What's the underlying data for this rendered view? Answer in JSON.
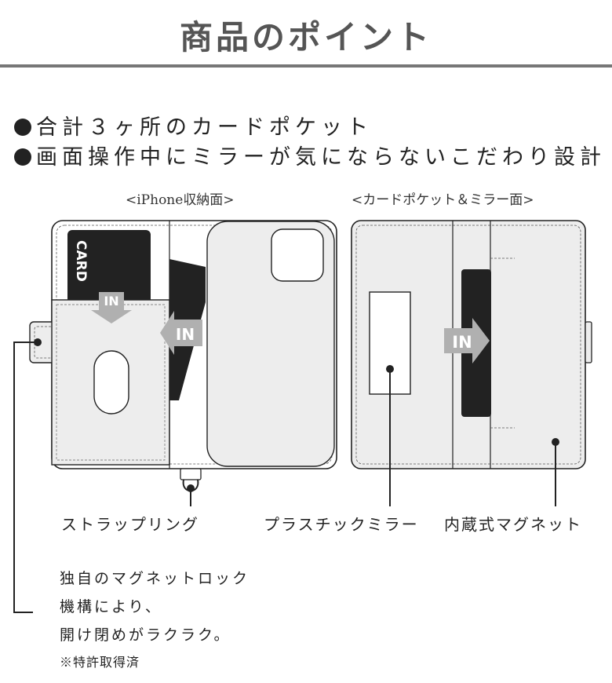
{
  "title": "商品のポイント",
  "points": [
    "合計３ヶ所のカードポケット",
    "画面操作中にミラーが気にならないこだわり設計"
  ],
  "left_caption": "<iPhone収納面>",
  "right_caption": "<カードポケット＆ミラー面>",
  "card_text": "CARD",
  "in_text": "IN",
  "labels": {
    "strap_ring": "ストラップリング",
    "mirror": "プラスチックミラー",
    "magnet": "内蔵式マグネット"
  },
  "note_lines": [
    "独自のマグネットロック",
    "機構により、",
    "開け閉めがラクラク。"
  ],
  "patent": "※特許取得済",
  "colors": {
    "title": "#555555",
    "fill_gray": "#ededed",
    "arrow_gray": "#b0b0b0",
    "dark": "#222222"
  }
}
